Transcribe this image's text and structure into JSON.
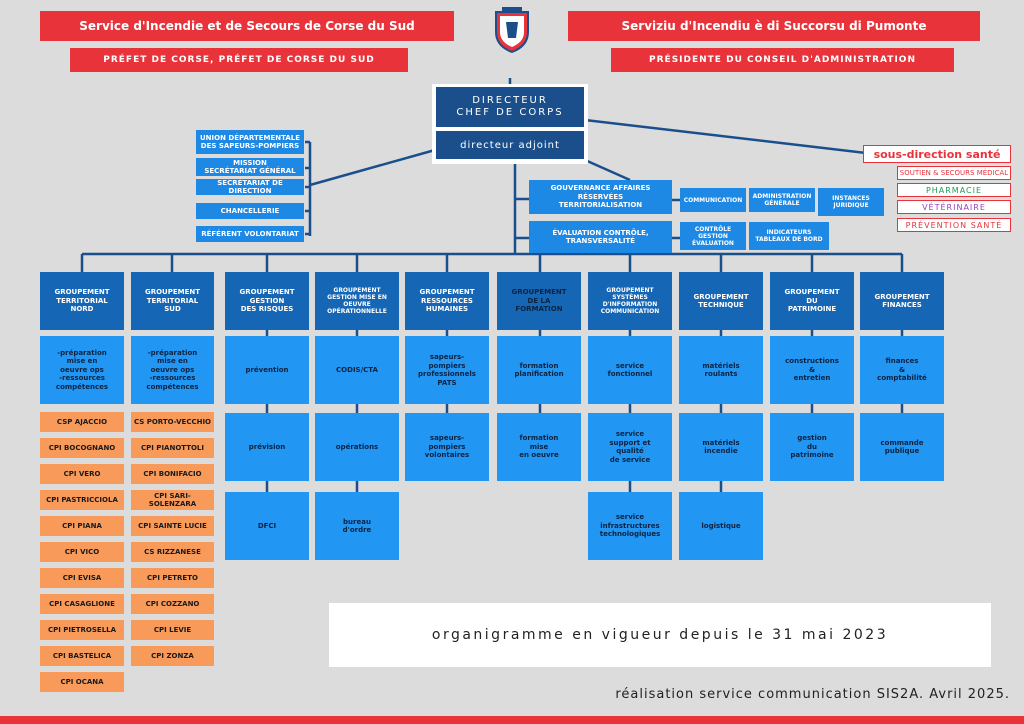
{
  "header": {
    "left_title": "Service d'Incendie et de Secours de Corse du Sud",
    "right_title": "Serviziu d'Incendiu è di Succorsu di Pumonte",
    "left_subtitle": "PRÉFET DE CORSE, PRÉFET DE CORSE DU SUD",
    "right_subtitle": "PRÉSIDENTE DU CONSEIL D'ADMINISTRATION"
  },
  "director": {
    "title": "DIRECTEUR\nCHEF DE CORPS",
    "adjoint": "directeur adjoint"
  },
  "left_staff": [
    "UNION DÉPARTEMENTALE\nDES SAPEURS-POMPIERS",
    "MISSION\nSECRÉTARIAT GÉNÉRAL",
    "SECRÉTARIAT DE DIRECTION",
    "CHANCELLERIE",
    "RÉFÉRENT VOLONTARIAT"
  ],
  "right_staff": {
    "gouvernance": "GOUVERNANCE AFFAIRES RÉSERVÉES\nTERRITORIALISATION",
    "evaluation": "ÉVALUATION CONTRÔLE,\nTRANSVERSALITÉ",
    "communication": "COMMUNICATION",
    "administration": "ADMINISTRATION\nGÉNÉRALE",
    "instances": "INSTANCES\nJURIDIQUE",
    "controle": "CONTRÔLE\nGESTION\nÉVALUATION",
    "indicateurs": "INDICATEURS\nTABLEAUX DE BORD"
  },
  "sante": {
    "title": "sous-direction santé",
    "items": [
      {
        "label": "SOUTIEN & SECOURS MÉDICAL",
        "color": "#e8333a"
      },
      {
        "label": "PHARMACIE",
        "color": "#1f9d55"
      },
      {
        "label": "VÉTÉRINAIRE",
        "color": "#9b3fbf"
      },
      {
        "label": "PRÉVENTION SANTÉ",
        "color": "#e8333a"
      }
    ]
  },
  "groups": [
    {
      "title": "GROUPEMENT\nTERRITORIAL\nNORD",
      "items": [
        "-préparation\nmise en\noeuvre ops\n-ressources\ncompétences"
      ]
    },
    {
      "title": "GROUPEMENT\nTERRITORIAL\nSUD",
      "items": [
        "-préparation\nmise en\noeuvre ops\n-ressources\ncompétences"
      ]
    },
    {
      "title": "GROUPEMENT\nGESTION\nDES RISQUES",
      "items": [
        "prévention",
        "prévision",
        "DFCI"
      ]
    },
    {
      "title": "GROUPEMENT\nGESTION MISE EN\nOEUVRE\nOPÉRATIONNELLE",
      "items": [
        "CODIS/CTA",
        "opérations",
        "bureau\nd'ordre"
      ]
    },
    {
      "title": "GROUPEMENT\nRESSOURCES\nHUMAINES",
      "items": [
        "sapeurs-\npompiers\nprofessionnels\nPATS",
        "sapeurs-\npompiers\nvolontaires"
      ]
    },
    {
      "title": "GROUPEMENT\nDE LA\nFORMATION",
      "items": [
        "formation\nplanification",
        "formation\nmise\nen oeuvre"
      ]
    },
    {
      "title": "GROUPEMENT\nSYSTÈMES\nD'INFORMATION\nCOMMUNICATION",
      "items": [
        "service\nfonctionnel",
        "service\nsupport et\nqualité\nde service",
        "service\ninfrastructures\ntechnologiques"
      ]
    },
    {
      "title": "GROUPEMENT\nTECHNIQUE",
      "items": [
        "matériels\nroulants",
        "matériels\nincendie",
        "logistique"
      ]
    },
    {
      "title": "GROUPEMENT\nDU\nPATRIMOINE",
      "items": [
        "constructions\n&\nentretien",
        "gestion\ndu\npatrimoine"
      ]
    },
    {
      "title": "GROUPEMENT\nFINANCES",
      "items": [
        "finances\n&\ncomptabilité",
        "commande\npublique"
      ]
    }
  ],
  "centres_nord": [
    "CSP AJACCIO",
    "CPI BOCOGNANO",
    "CPI VERO",
    "CPI PASTRICCIOLA",
    "CPI PIANA",
    "CPI VICO",
    "CPI EVISA",
    "CPI CASAGLIONE",
    "CPI PIETROSELLA",
    "CPI BASTELICA",
    "CPI OCANA"
  ],
  "centres_sud": [
    "CS PORTO-VECCHIO",
    "CPI PIANOTTOLI",
    "CPI BONIFACIO",
    "CPI SARI-SOLENZARA",
    "CPI SAINTE LUCIE",
    "CS RIZZANESE",
    "CPI PETRETO",
    "CPI COZZANO",
    "CPI LEVIE",
    "CPI ZONZA"
  ],
  "footer": {
    "note": "organigramme en vigueur depuis le 31 mai 2023",
    "credit": "réalisation service communication SIS2A. Avril 2025."
  },
  "colors": {
    "accent": "#e8333a",
    "navy": "#1b4f8c",
    "blue": "#1e88e5",
    "orange": "#f79a5a"
  }
}
